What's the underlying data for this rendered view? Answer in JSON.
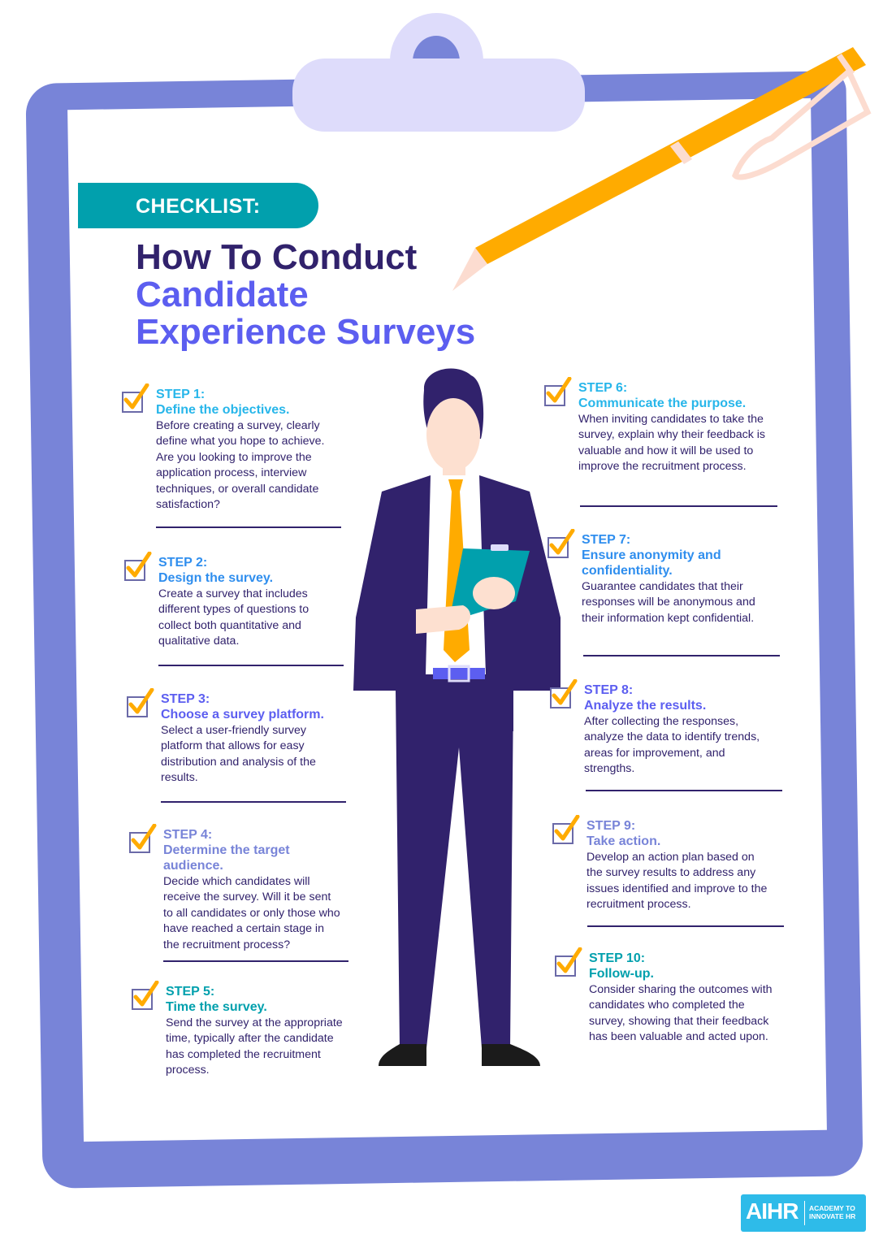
{
  "banner": {
    "label": "CHECKLIST:"
  },
  "title": {
    "line1": "How To Conduct",
    "line2": "Candidate",
    "line3": "Experience Surveys"
  },
  "colors": {
    "board": "#7884d8",
    "clip": "#dedcfb",
    "banner": "#01a0ad",
    "title_dark": "#31226c",
    "title_accent": "#5c5ef0",
    "pencil": "#ffab00",
    "check": "#ffab00",
    "logo": "#2ebbe9"
  },
  "steps": [
    {
      "number": "STEP 1:",
      "title": "Define the objectives.",
      "body": "Before creating a survey, clearly define what you hope to achieve. Are you looking to improve the application process, interview techniques, or overall candidate satisfaction?",
      "color": "#27b6ea"
    },
    {
      "number": "STEP 2:",
      "title": "Design the survey.",
      "body": "Create a survey that includes different types of questions to collect both quantitative and qualitative data.",
      "color": "#2f8eee"
    },
    {
      "number": "STEP 3:",
      "title": "Choose a survey platform.",
      "body": "Select a user-friendly survey platform that allows for easy distribution and analysis of the results.",
      "color": "#5c5ef0"
    },
    {
      "number": "STEP 4:",
      "title": "Determine the target audience.",
      "body": "Decide which candidates will receive the survey. Will it be sent to all candidates or only those who have reached a certain stage in the recruitment process?",
      "color": "#7884d8"
    },
    {
      "number": "STEP 5:",
      "title": "Time the survey.",
      "body": "Send the survey at the appropriate time, typically after the candidate has completed the recruitment process.",
      "color": "#01a0ad"
    },
    {
      "number": "STEP 6:",
      "title": "Communicate the purpose.",
      "body": "When inviting candidates to take the survey, explain why their feedback is valuable and how it will be used to improve the recruitment process.",
      "color": "#27b6ea"
    },
    {
      "number": "STEP 7:",
      "title": "Ensure anonymity and confidentiality.",
      "body": "Guarantee candidates that their responses will be anonymous and their information kept confidential.",
      "color": "#2f8eee"
    },
    {
      "number": "STEP 8:",
      "title": "Analyze the results.",
      "body": "After collecting the responses, analyze the data to identify trends, areas for improvement, and strengths.",
      "color": "#5c5ef0"
    },
    {
      "number": "STEP 9:",
      "title": "Take action.",
      "body": "Develop an action plan based on the survey results to address any issues identified and improve to the recruitment process.",
      "color": "#7884d8"
    },
    {
      "number": "STEP 10:",
      "title": "Follow-up.",
      "body": "Consider sharing the outcomes with candidates who completed the survey, showing that their feedback has been valuable and acted upon.",
      "color": "#01a0ad"
    }
  ],
  "logo": {
    "main": "AIHR",
    "sub_line1": "ACADEMY TO",
    "sub_line2": "INNOVATE HR"
  }
}
